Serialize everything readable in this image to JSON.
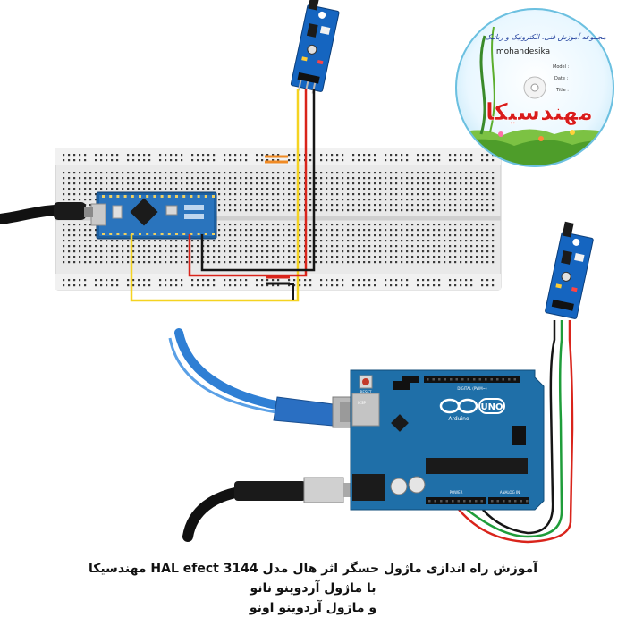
{
  "caption": {
    "line1": "آموزش راه اندازی ماژول حسگر اثر هال مدل  HAL efect 3144 مهندسیکا",
    "line2": "با ماژول آردوینو نانو",
    "line3": "و ماژول آردوینو اونو"
  },
  "cd": {
    "arc_text": "مجموعه آموزش فنی، الکترونیک و رباتیک",
    "brand": "mohandesika",
    "field_model": "Model :",
    "field_date": "Date :",
    "field_title": "Title :",
    "logo_text": "مهندسیکا"
  },
  "uno": {
    "brand_text": "UNO",
    "maker_text": "Arduino",
    "reset_label": "RESET",
    "icsp_label": "ICSP",
    "digital_label": "DIGITAL (PWM~)",
    "power_label": "POWER",
    "analog_label": "ANALOG IN"
  },
  "colors": {
    "breadboard": "#e9e9e9",
    "arduino_board": "#1f6fa8",
    "sensor_board": "#1565c0",
    "wire_yellow": "#f5d321",
    "wire_red": "#d9241b",
    "wire_black": "#161616",
    "wire_green": "#1f9d3a",
    "usb_cable": "#2f7fd4"
  }
}
